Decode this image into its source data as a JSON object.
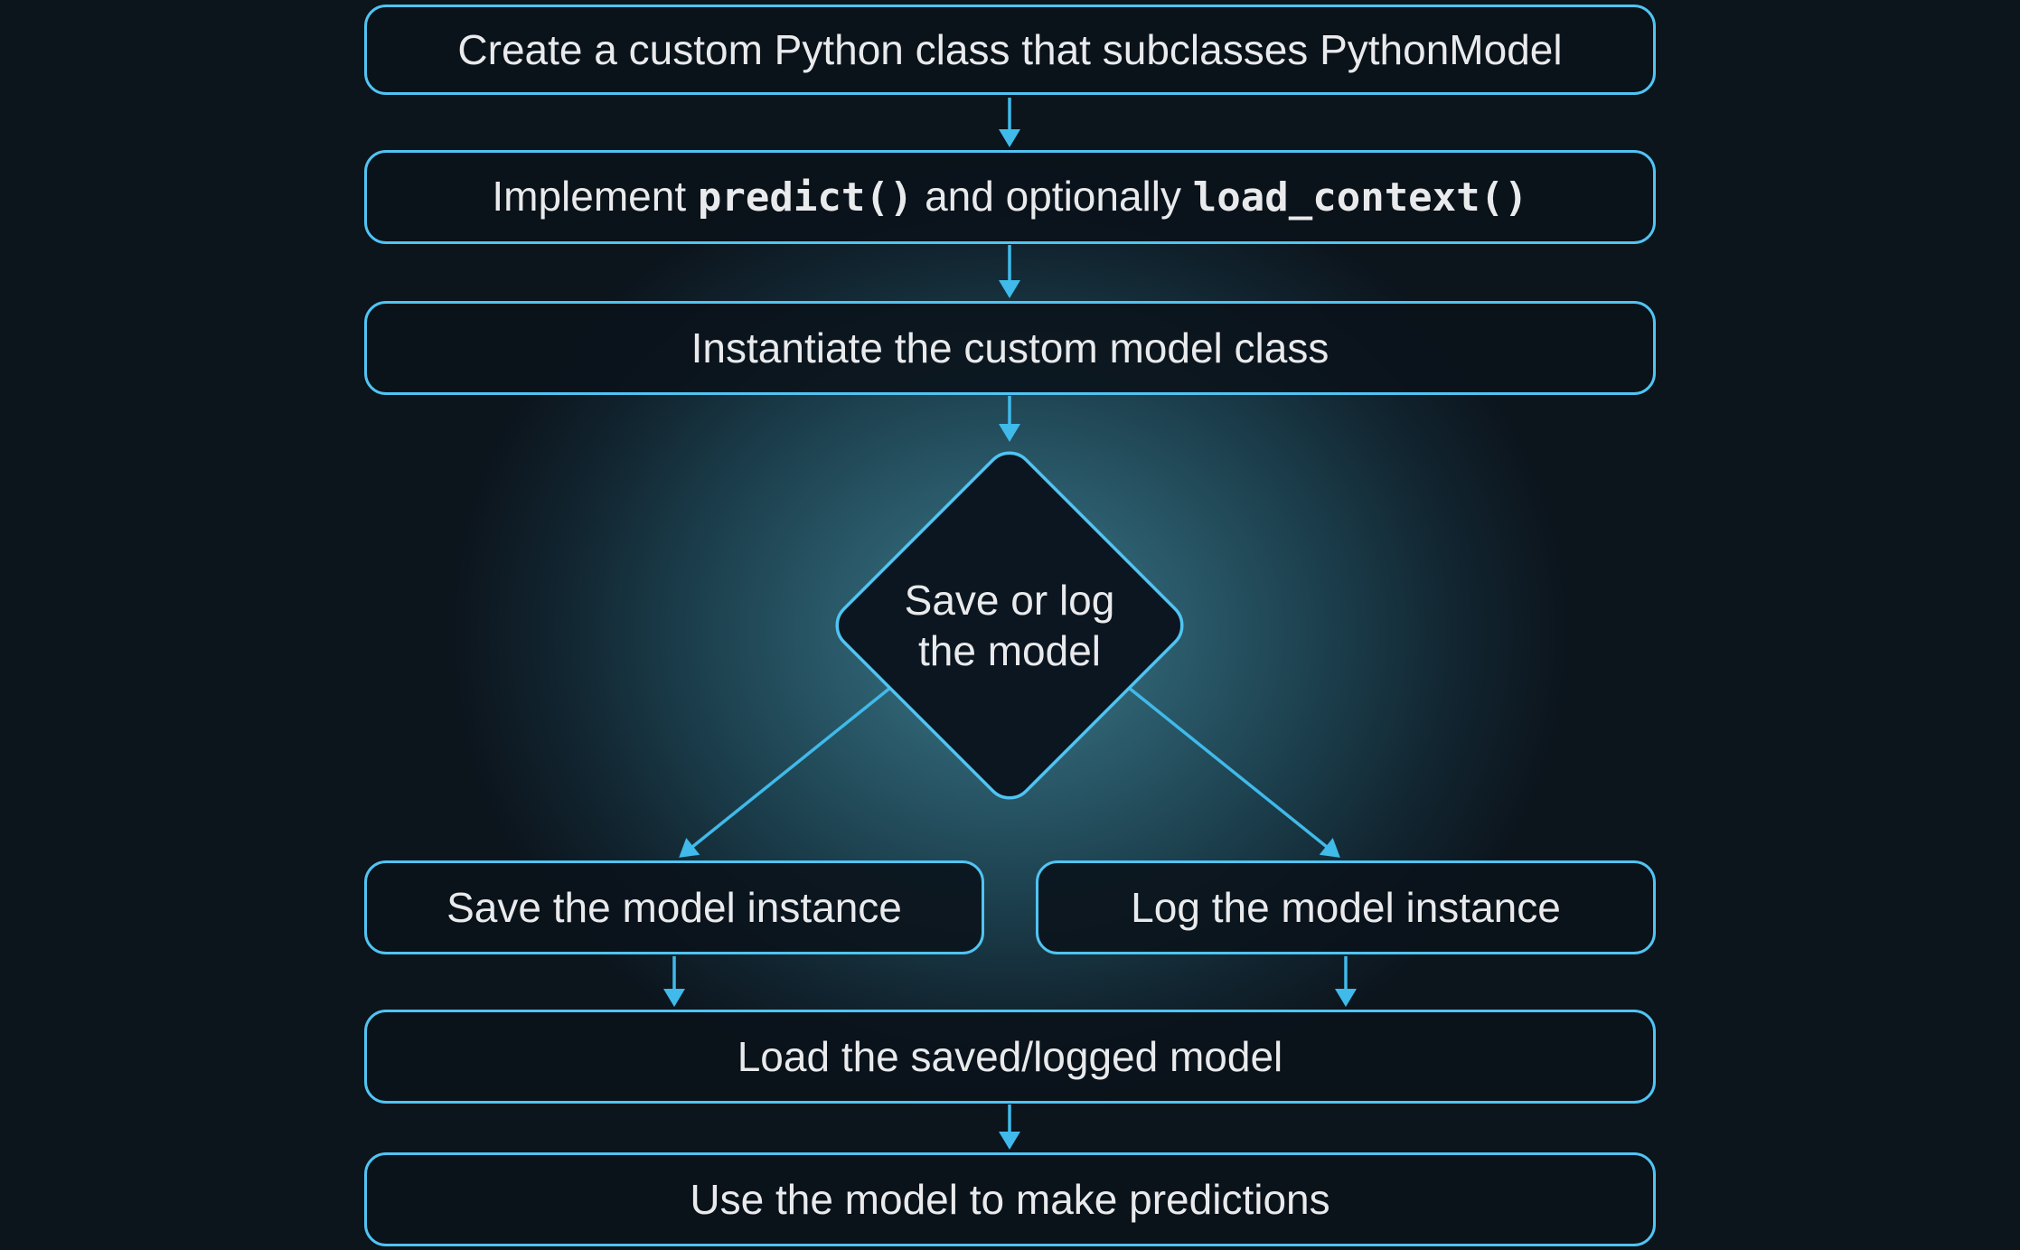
{
  "colors": {
    "background": "#0c141c",
    "border": "#50c4f2",
    "arrow": "#3fbaea",
    "text": "#e9eaec",
    "diamond_fill": "#0c1620",
    "glow": "#3b7a8a"
  },
  "nodes": {
    "create_class": {
      "label": "Create a custom Python class that subclasses PythonModel"
    },
    "implement": {
      "segments": [
        {
          "text": "Implement ",
          "code": false
        },
        {
          "text": "predict()",
          "code": true
        },
        {
          "text": " and optionally ",
          "code": false
        },
        {
          "text": "load_context()",
          "code": true
        }
      ]
    },
    "instantiate": {
      "label": "Instantiate the custom model class"
    },
    "decision": {
      "line1": "Save or log",
      "line2": "the model"
    },
    "save": {
      "label": "Save the model instance"
    },
    "log": {
      "label": "Log the model instance"
    },
    "load": {
      "label": "Load the saved/logged model"
    },
    "predict": {
      "label": "Use the model to make predictions"
    }
  }
}
